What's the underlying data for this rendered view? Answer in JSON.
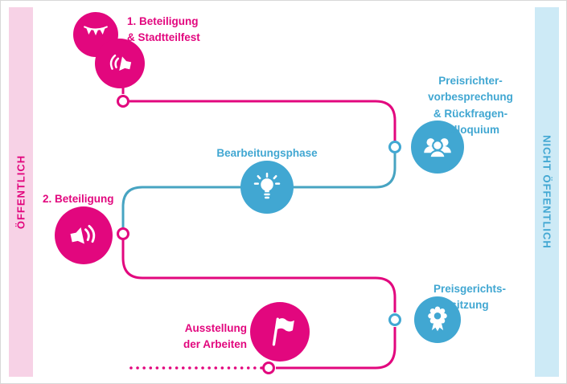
{
  "colors": {
    "pink": "#e2077e",
    "pinkBand": "#f7d2e6",
    "blue": "#41a7d2",
    "blueBand": "#cdeaf6",
    "teal": "#47a4c2"
  },
  "bands": {
    "left": "ÖFFENTLICH",
    "right": "NICHT ÖFFENTLICH"
  },
  "steps": {
    "participation1": "1. Beteiligung\n& Stadtteilfest",
    "jury_briefing": "Preisrichter-\nvorbesprechung\n& Rückfragen-\nkolloquium",
    "work_phase": "Bearbeitungsphase",
    "participation2": "2. Beteiligung",
    "jury_session": "Preisgerichts-\nsitzung",
    "exhibition": "Ausstellung\nder Arbeiten"
  },
  "icons": [
    "bunting-icon",
    "megaphone-icon",
    "people-icon",
    "lightbulb-icon",
    "rosette-icon",
    "flag-icon"
  ]
}
